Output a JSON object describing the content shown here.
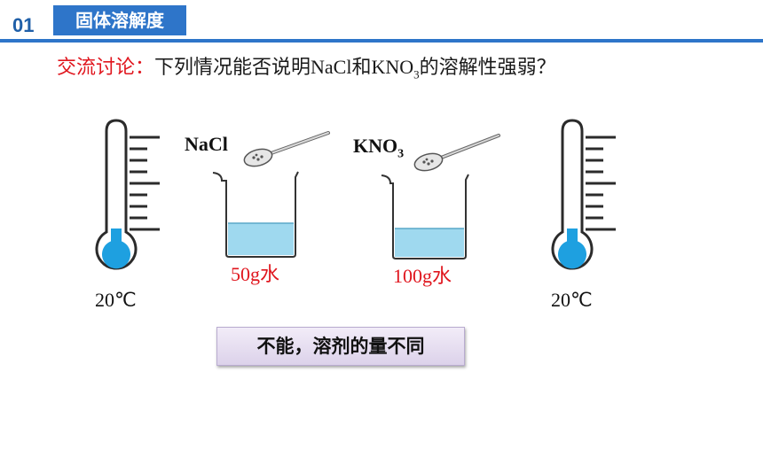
{
  "header": {
    "number": "01",
    "title": "固体溶解度"
  },
  "question": {
    "label": "交流讨论：",
    "text_before": "下列情况能否说明",
    "formula_a": "NaCl",
    "conj": "和",
    "formula_b_main": "KNO",
    "formula_b_sub": "3",
    "text_after": "的溶解性强弱？"
  },
  "left_beaker": {
    "substance": "NaCl",
    "water_label": "50g水"
  },
  "right_beaker": {
    "substance_main": "KNO",
    "substance_sub": "3",
    "water_label": "100g水"
  },
  "thermometers": {
    "left_temp": "20℃",
    "right_temp": "20℃"
  },
  "answer": "不能，溶剂的量不同",
  "colors": {
    "accent": "#2e75c9",
    "highlight": "#e0161e",
    "liquid": "#9fd9ef",
    "bulb": "#1ea0e0"
  }
}
